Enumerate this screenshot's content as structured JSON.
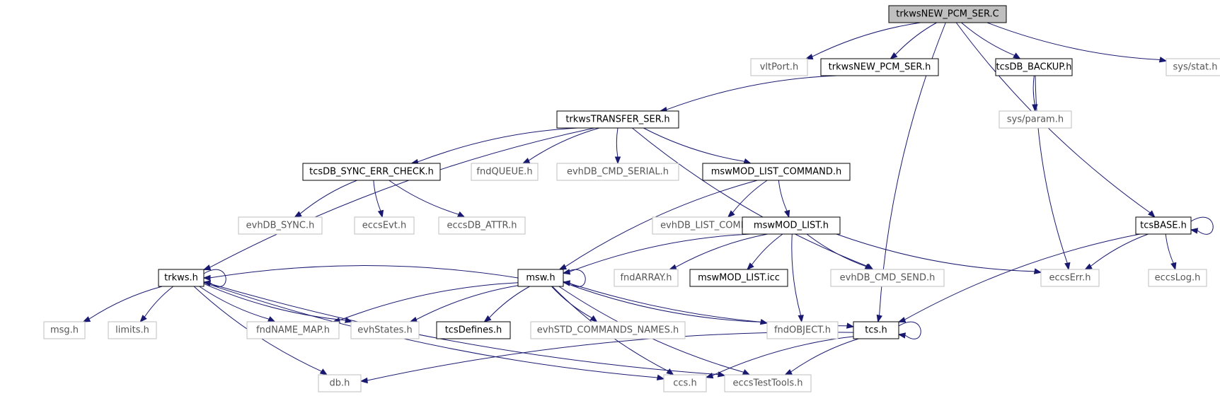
{
  "colors": {
    "edge": "#191970",
    "root_fill": "#bfbfbf",
    "dim_border": "#bfbfbf",
    "solid_border": "#000000"
  },
  "nodes": [
    {
      "id": "root",
      "label": "trkwsNEW_PCM_SER.C",
      "style": "root"
    },
    {
      "id": "vltPort",
      "label": "vltPort.h",
      "style": "dim"
    },
    {
      "id": "newpcmh",
      "label": "trkwsNEW_PCM_SER.h",
      "style": "solid"
    },
    {
      "id": "backup",
      "label": "tcsDB_BACKUP.h",
      "style": "solid"
    },
    {
      "id": "stat",
      "label": "sys/stat.h",
      "style": "dim"
    },
    {
      "id": "transfer",
      "label": "trkwsTRANSFER_SER.h",
      "style": "solid"
    },
    {
      "id": "param",
      "label": "sys/param.h",
      "style": "dim"
    },
    {
      "id": "syncerr",
      "label": "tcsDB_SYNC_ERR_CHECK.h",
      "style": "solid"
    },
    {
      "id": "fndqueue",
      "label": "fndQUEUE.h",
      "style": "dim"
    },
    {
      "id": "cmdserial",
      "label": "evhDB_CMD_SERIAL.h",
      "style": "dim"
    },
    {
      "id": "listcmd",
      "label": "mswMOD_LIST_COMMAND.h",
      "style": "solid"
    },
    {
      "id": "tcsbase",
      "label": "tcsBASE.h",
      "style": "solid"
    },
    {
      "id": "sync",
      "label": "evhDB_SYNC.h",
      "style": "dim"
    },
    {
      "id": "eccsevt",
      "label": "eccsEvt.h",
      "style": "dim"
    },
    {
      "id": "attr",
      "label": "eccsDB_ATTR.h",
      "style": "dim"
    },
    {
      "id": "evhlistcmd",
      "label": "evhDB_LIST_COMMAND.h",
      "style": "dim"
    },
    {
      "id": "modlist",
      "label": "mswMOD_LIST.h",
      "style": "solid"
    },
    {
      "id": "trkws",
      "label": "trkws.h",
      "style": "solid"
    },
    {
      "id": "msw",
      "label": "msw.h",
      "style": "solid"
    },
    {
      "id": "fndarray",
      "label": "fndARRAY.h",
      "style": "dim"
    },
    {
      "id": "modlisticc",
      "label": "mswMOD_LIST.icc",
      "style": "solid"
    },
    {
      "id": "cmdsend",
      "label": "evhDB_CMD_SEND.h",
      "style": "dim"
    },
    {
      "id": "eccserr",
      "label": "eccsErr.h",
      "style": "dim"
    },
    {
      "id": "eccslog",
      "label": "eccsLog.h",
      "style": "dim"
    },
    {
      "id": "msg",
      "label": "msg.h",
      "style": "dim"
    },
    {
      "id": "limits",
      "label": "limits.h",
      "style": "dim"
    },
    {
      "id": "namemap",
      "label": "fndNAME_MAP.h",
      "style": "dim"
    },
    {
      "id": "evhstates",
      "label": "evhStates.h",
      "style": "dim"
    },
    {
      "id": "tcsdefines",
      "label": "tcsDefines.h",
      "style": "solid"
    },
    {
      "id": "cmdnames",
      "label": "evhSTD_COMMANDS_NAMES.h",
      "style": "dim"
    },
    {
      "id": "fndobject",
      "label": "fndOBJECT.h",
      "style": "dim"
    },
    {
      "id": "tcs",
      "label": "tcs.h",
      "style": "solid"
    },
    {
      "id": "db",
      "label": "db.h",
      "style": "dim"
    },
    {
      "id": "ccs",
      "label": "ccs.h",
      "style": "dim"
    },
    {
      "id": "testtools",
      "label": "eccsTestTools.h",
      "style": "dim"
    }
  ],
  "edges": [
    [
      "root",
      "vltPort"
    ],
    [
      "root",
      "newpcmh"
    ],
    [
      "root",
      "backup"
    ],
    [
      "root",
      "stat"
    ],
    [
      "root",
      "tcs"
    ],
    [
      "root",
      "tcsbase"
    ],
    [
      "newpcmh",
      "transfer"
    ],
    [
      "backup",
      "param"
    ],
    [
      "backup",
      "eccserr"
    ],
    [
      "transfer",
      "syncerr"
    ],
    [
      "transfer",
      "fndqueue"
    ],
    [
      "transfer",
      "cmdserial"
    ],
    [
      "transfer",
      "listcmd"
    ],
    [
      "transfer",
      "trkws"
    ],
    [
      "transfer",
      "cmdsend"
    ],
    [
      "syncerr",
      "sync"
    ],
    [
      "syncerr",
      "eccsevt"
    ],
    [
      "syncerr",
      "attr"
    ],
    [
      "listcmd",
      "evhlistcmd"
    ],
    [
      "listcmd",
      "modlist"
    ],
    [
      "listcmd",
      "msw"
    ],
    [
      "modlist",
      "msw"
    ],
    [
      "modlist",
      "fndarray"
    ],
    [
      "modlist",
      "modlisticc"
    ],
    [
      "modlist",
      "cmdsend"
    ],
    [
      "modlist",
      "eccserr"
    ],
    [
      "modlist",
      "fndobject"
    ],
    [
      "tcsbase",
      "tcsbase"
    ],
    [
      "tcsbase",
      "eccserr"
    ],
    [
      "tcsbase",
      "eccslog"
    ],
    [
      "tcsbase",
      "tcs"
    ],
    [
      "trkws",
      "trkws"
    ],
    [
      "trkws",
      "msg"
    ],
    [
      "trkws",
      "limits"
    ],
    [
      "trkws",
      "namemap"
    ],
    [
      "trkws",
      "evhstates"
    ],
    [
      "trkws",
      "db"
    ],
    [
      "trkws",
      "ccs"
    ],
    [
      "trkws",
      "testtools"
    ],
    [
      "msw",
      "msw"
    ],
    [
      "msw",
      "trkws"
    ],
    [
      "msw",
      "namemap"
    ],
    [
      "msw",
      "evhstates"
    ],
    [
      "msw",
      "tcsdefines"
    ],
    [
      "msw",
      "cmdnames"
    ],
    [
      "msw",
      "fndobject"
    ],
    [
      "msw",
      "tcs"
    ],
    [
      "msw",
      "ccs"
    ],
    [
      "msw",
      "testtools"
    ],
    [
      "tcs",
      "tcs"
    ],
    [
      "tcs",
      "db"
    ],
    [
      "tcs",
      "ccs"
    ],
    [
      "tcs",
      "testtools"
    ]
  ]
}
